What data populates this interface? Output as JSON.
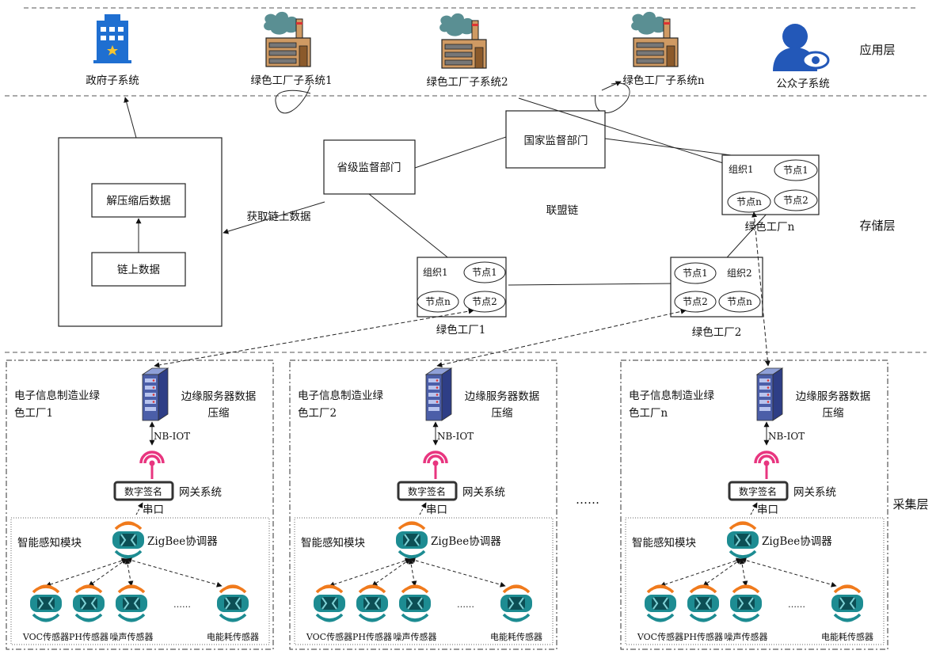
{
  "layers": {
    "application": "应用层",
    "storage": "存储层",
    "collection": "采集层"
  },
  "apps": {
    "government": "政府子系统",
    "factory1": "绿色工厂子系统1",
    "factory2": "绿色工厂子系统2",
    "factoryn": "绿色工厂子系统n",
    "public": "公众子系统"
  },
  "storage": {
    "decompressed": "解压缩后数据",
    "onchain": "链上数据",
    "fetch": "获取链上数据",
    "provincial": "省级监督部门",
    "national": "国家监督部门",
    "alliance": "联盟链",
    "org1": "组织1",
    "org2": "组织2",
    "node1": "节点1",
    "node2": "节点2",
    "noden": "节点n",
    "gf1": "绿色工厂1",
    "gf2": "绿色工厂2",
    "gfn": "绿色工厂n"
  },
  "collection": {
    "ellipsis": "……",
    "sensor_ellipsis": "……",
    "panels": [
      {
        "title_line1": "电子信息制造业绿",
        "title_line2": "色工厂1"
      },
      {
        "title_line1": "电子信息制造业绿",
        "title_line2": "色工厂2"
      },
      {
        "title_line1": "电子信息制造业绿",
        "title_line2": "色工厂n"
      }
    ],
    "edge_line1": "边缘服务器数据",
    "edge_line2": "压缩",
    "nbiot": "NB-IOT",
    "signature": "数字签名",
    "gateway": "网关系统",
    "serial": "串口",
    "smart_module": "智能感知模块",
    "zigbee": "ZigBee协调器",
    "sensor_voc": "VOC传感器",
    "sensor_ph": "PH传感器",
    "sensor_noise": "噪声传感器",
    "sensor_power": "电能耗传感器"
  },
  "colors": {
    "building_blue": "#1f6fd1",
    "person_blue": "#2358b8",
    "factory_body": "#cf9a63",
    "smoke_teal": "#5a8f93",
    "antenna_pink": "#e8357f",
    "car_teal": "#1d8c92",
    "car_orange": "#f07a1c",
    "server_blue": "#4b5ea8"
  }
}
